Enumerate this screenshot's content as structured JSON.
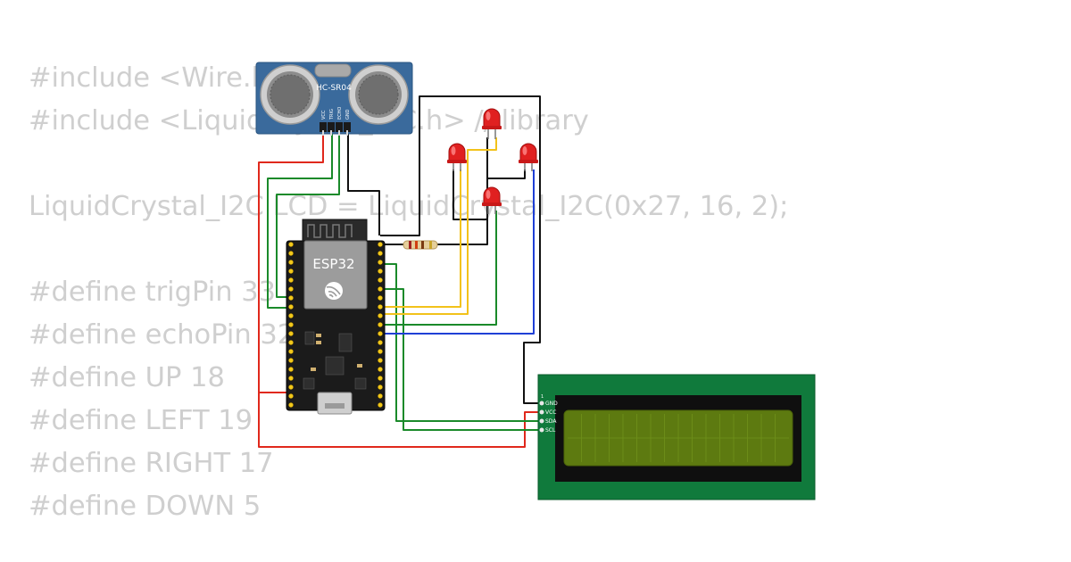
{
  "code_lines": [
    "#include <Wire.h>",
    "#include <LiquidCrystal_I2C.h> // library",
    "",
    "LiquidCrystal_I2C LCD = LiquidCrystal_I2C(0x27, 16, 2);",
    "",
    "#define trigPin 33",
    "#define echoPin 32",
    "#define UP 18",
    "#define LEFT 19",
    "#define RIGHT 17",
    "#define DOWN 5"
  ],
  "sensor": {
    "model": "HC-SR04",
    "pins": [
      "VCC",
      "TRIG",
      "ECHO",
      "GND"
    ]
  },
  "mcu": {
    "label": "ESP32"
  },
  "lcd": {
    "pin_index": "1",
    "pins": [
      "GND",
      "VCC",
      "SDA",
      "SCL"
    ]
  },
  "colors": {
    "wire_red": "#e0281c",
    "wire_green": "#1a8a2a",
    "wire_yellow": "#f2c21a",
    "wire_blue": "#1f3fd6",
    "wire_black": "#111111",
    "sensor_board": "#3a6a9c",
    "lcd_board": "#107a3c",
    "lcd_screen": "#5d7a10",
    "led": "#e02020"
  }
}
